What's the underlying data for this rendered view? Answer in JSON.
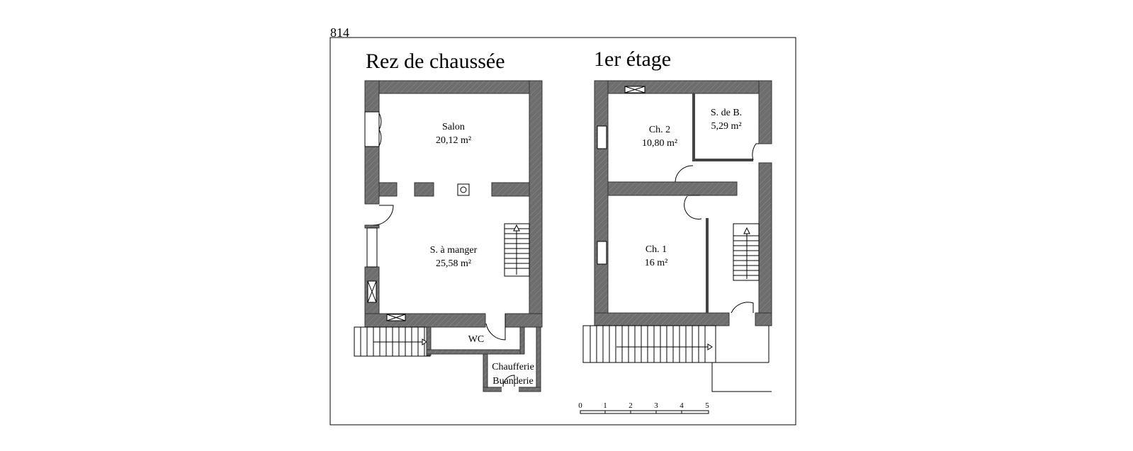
{
  "plan_number": "814",
  "ground_floor": {
    "title": "Rez de chaussée",
    "rooms": [
      {
        "name": "Salon",
        "area": "20,12 m²"
      },
      {
        "name": "S. à manger",
        "area": "25,58 m²"
      },
      {
        "name": "WC",
        "area": ""
      },
      {
        "name": "Chaufferie",
        "area": "Buanderie"
      }
    ]
  },
  "first_floor": {
    "title": "1er étage",
    "rooms": [
      {
        "name": "Ch. 2",
        "area": "10,80 m²"
      },
      {
        "name": "S. de B.",
        "area": "5,29 m²"
      },
      {
        "name": "Ch. 1",
        "area": "16 m²"
      }
    ]
  },
  "scale_bar": {
    "ticks": [
      "0",
      "1",
      "2",
      "3",
      "4",
      "5"
    ]
  },
  "colors": {
    "wall": "#707070",
    "line": "#000000"
  }
}
